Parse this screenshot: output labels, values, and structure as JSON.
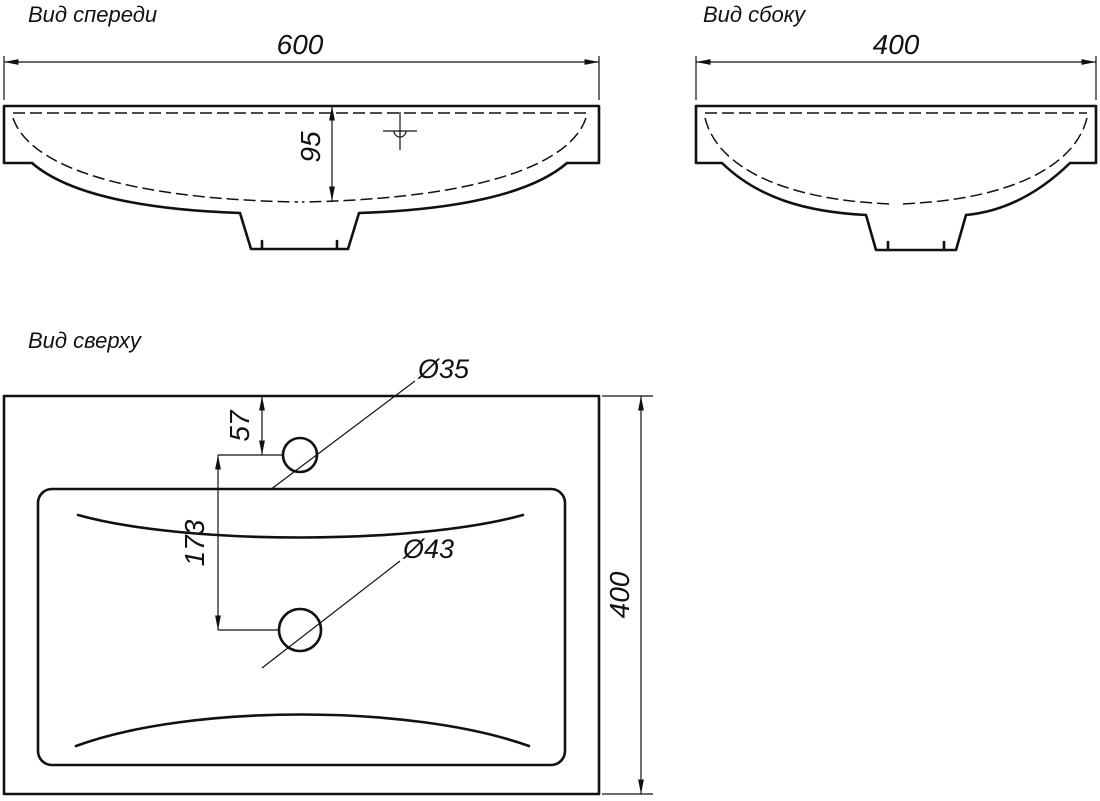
{
  "colors": {
    "line": "#111111",
    "background": "#ffffff"
  },
  "views": {
    "front": {
      "title": "Вид спереди",
      "dims": {
        "width": "600",
        "basin_depth": "95"
      }
    },
    "side": {
      "title": "Вид сбоку",
      "dims": {
        "depth": "400"
      }
    },
    "top": {
      "title": "Вид сверху",
      "dims": {
        "faucet_hole_diameter": "Ø35",
        "faucet_offset": "57",
        "faucet_to_drain": "173",
        "drain_hole_diameter": "Ø43",
        "depth": "400"
      }
    }
  }
}
